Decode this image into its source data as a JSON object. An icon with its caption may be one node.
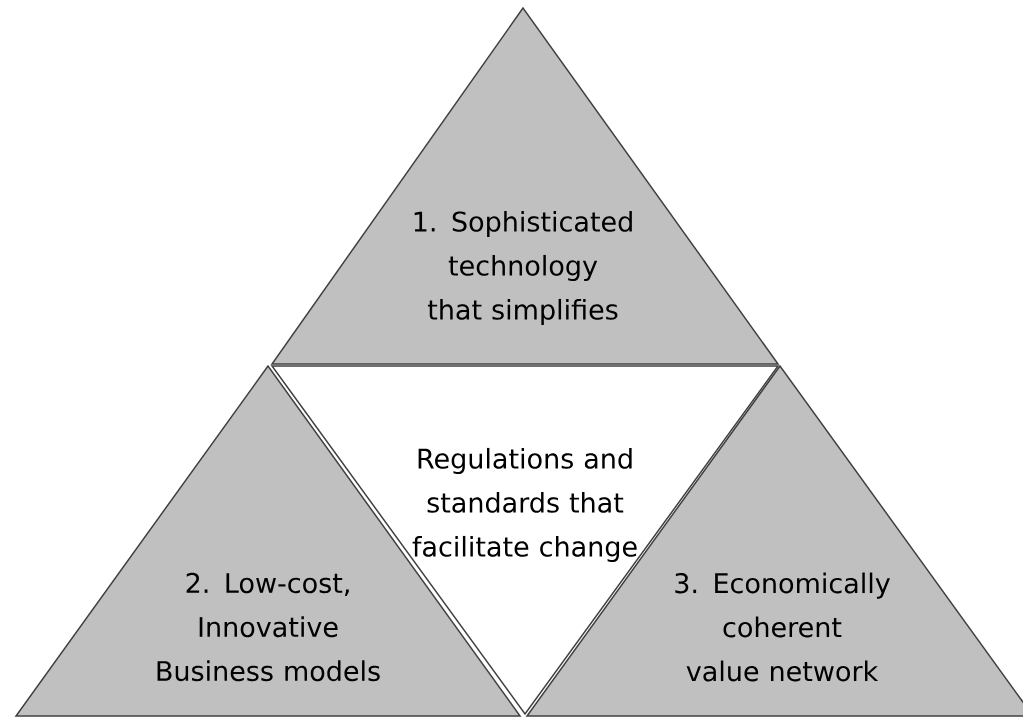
{
  "diagram": {
    "nodes": [
      {
        "text": [
          "1. Sophisticated technology that simplifies"
        ]
      },
      {
        "text": [
          "Regulations and standards that facilitate change"
        ]
      },
      {
        "text": [
          "2. Low-cost, Innovative Business models"
        ]
      },
      {
        "text": [
          "3. Economically coherent value network"
        ]
      }
    ]
  }
}
